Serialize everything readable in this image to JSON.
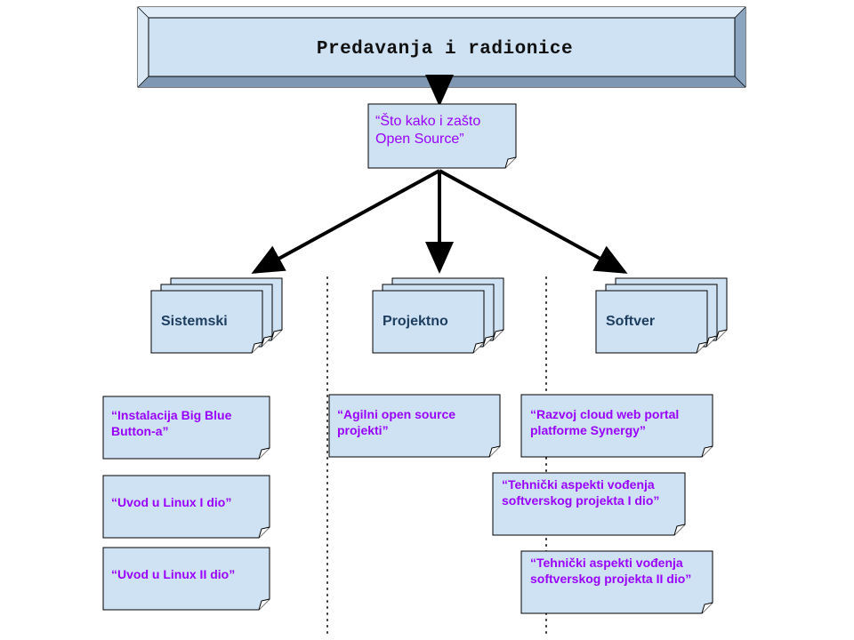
{
  "title": "Predavanja i radionice",
  "intro": "“Što kako i zašto Open Source”",
  "categories": {
    "sistemski": "Sistemski",
    "projektno": "Projektno",
    "softver": "Softver"
  },
  "items": {
    "sistemski": [
      "“Instalacija Big Blue Button-a”",
      "“Uvod u Linux I dio”",
      "“Uvod u Linux II dio”"
    ],
    "projektno": [
      "“Agilni open source projekti”"
    ],
    "softver": [
      "“Razvoj cloud web portal platforme Synergy”",
      "“Tehnički aspekti vođenja softverskog projekta I dio”",
      "“Tehnički aspekti vođenja softverskog projekta II dio”"
    ]
  },
  "colors": {
    "box_fill": "#cfe2f3",
    "title_fill": "#cfe2f3",
    "item_text": "#9900ff",
    "category_text": "#1c3d5e",
    "line": "#000000"
  }
}
